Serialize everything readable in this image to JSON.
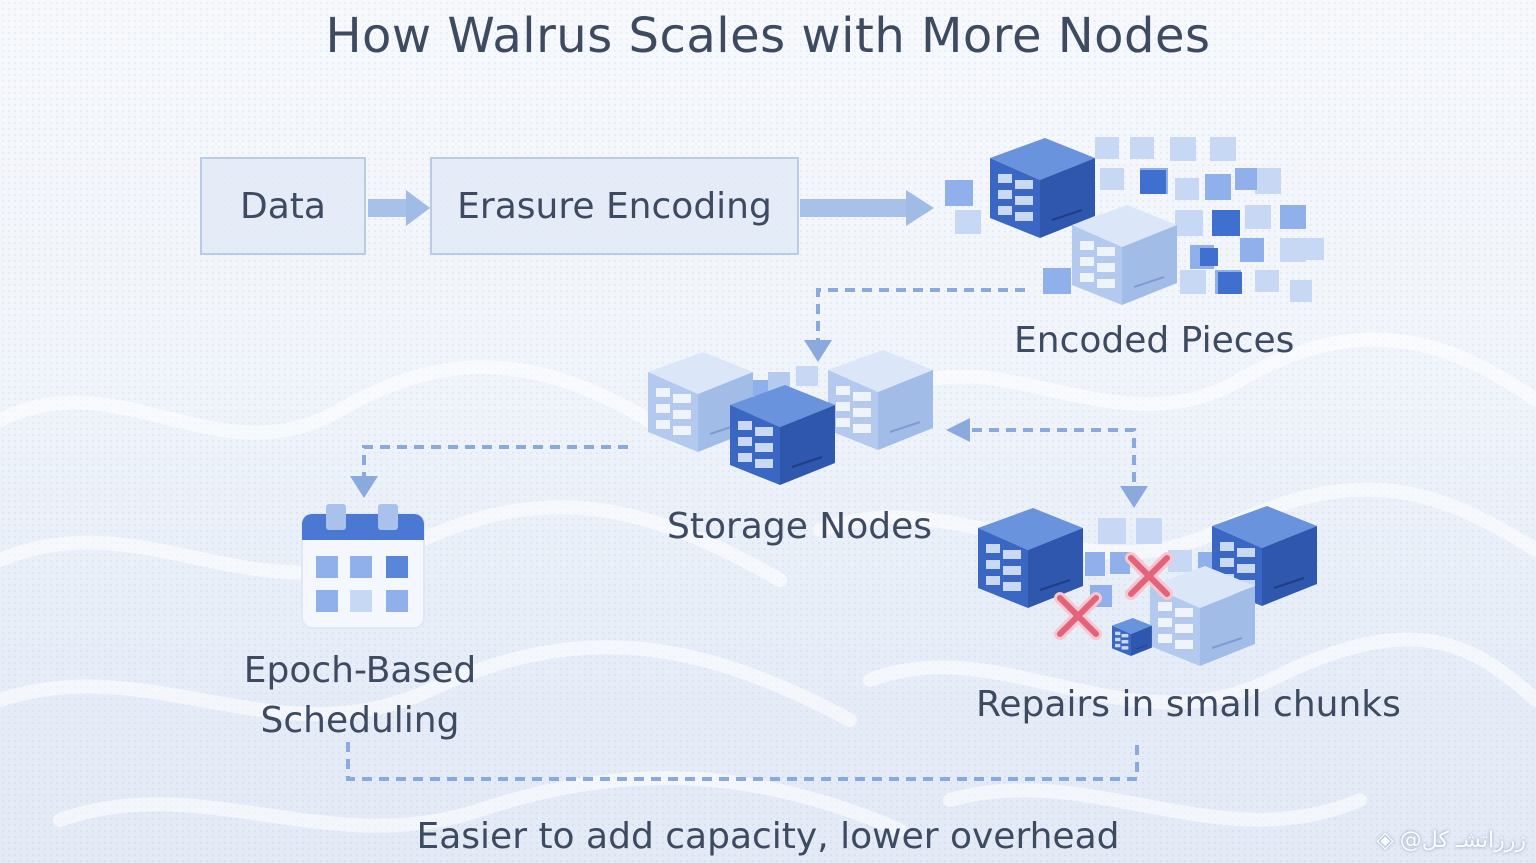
{
  "title": "How Walrus Scales with More Nodes",
  "flow": {
    "data_label": "Data",
    "encoding_label": "Erasure Encoding"
  },
  "nodes": {
    "encoded_pieces": "Encoded Pieces",
    "storage_nodes": "Storage Nodes",
    "epoch_line1": "Epoch-Based",
    "epoch_line2": "Scheduling",
    "repairs": "Repairs in small chunks"
  },
  "footer": "Easier to add capacity, lower overhead",
  "watermark": "@زرزاتشـ کل",
  "icons": {
    "server": "server-cube-icon",
    "calendar": "calendar-icon",
    "failure": "red-x-icon",
    "watermark_logo": "diamond-logo-icon"
  },
  "colors": {
    "cube_dark": "#3b67c4",
    "cube_light": "#a9c2ec",
    "piece": "#8fb0ea",
    "arrow": "#9fbbe6",
    "dashed": "#8aa9dd",
    "failure": "#e2637a",
    "text": "#3d4a60"
  }
}
